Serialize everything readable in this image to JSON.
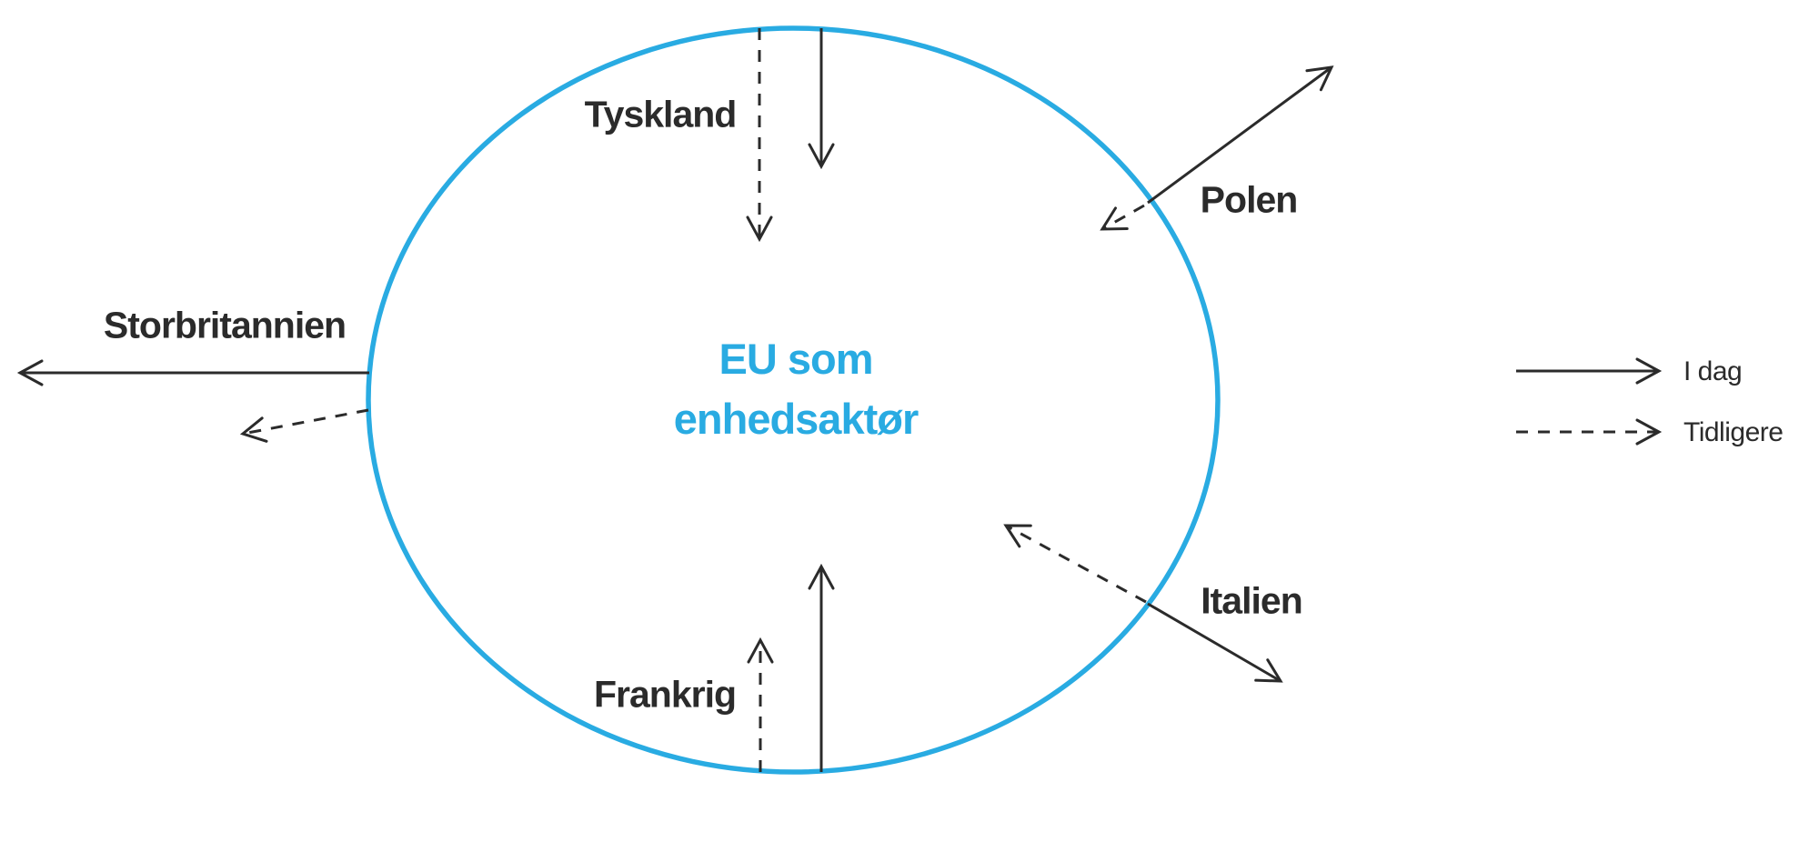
{
  "title": {
    "line1": "EU som",
    "line2": "enhedsaktør"
  },
  "colors": {
    "circle_stroke": "#29abe2",
    "title_text": "#29abe2",
    "arrow_stroke": "#2b2b2b",
    "label_text": "#2b2b2b",
    "background": "#ffffff"
  },
  "countries": [
    {
      "name": "Tyskland",
      "position": "top",
      "today_arrow": "inward",
      "earlier_arrow": "inward-longer"
    },
    {
      "name": "Polen",
      "position": "upper-right",
      "today_arrow": "outward",
      "earlier_arrow": "inward-short"
    },
    {
      "name": "Storbritannien",
      "position": "left",
      "today_arrow": "outward-long",
      "earlier_arrow": "outward-short"
    },
    {
      "name": "Frankrig",
      "position": "bottom",
      "today_arrow": "inward",
      "earlier_arrow": "inward-shorter"
    },
    {
      "name": "Italien",
      "position": "lower-right",
      "today_arrow": "outward",
      "earlier_arrow": "inward"
    }
  ],
  "legend": {
    "items": [
      {
        "style": "solid",
        "label": "I dag"
      },
      {
        "style": "dashed",
        "label": "Tidligere"
      }
    ]
  }
}
